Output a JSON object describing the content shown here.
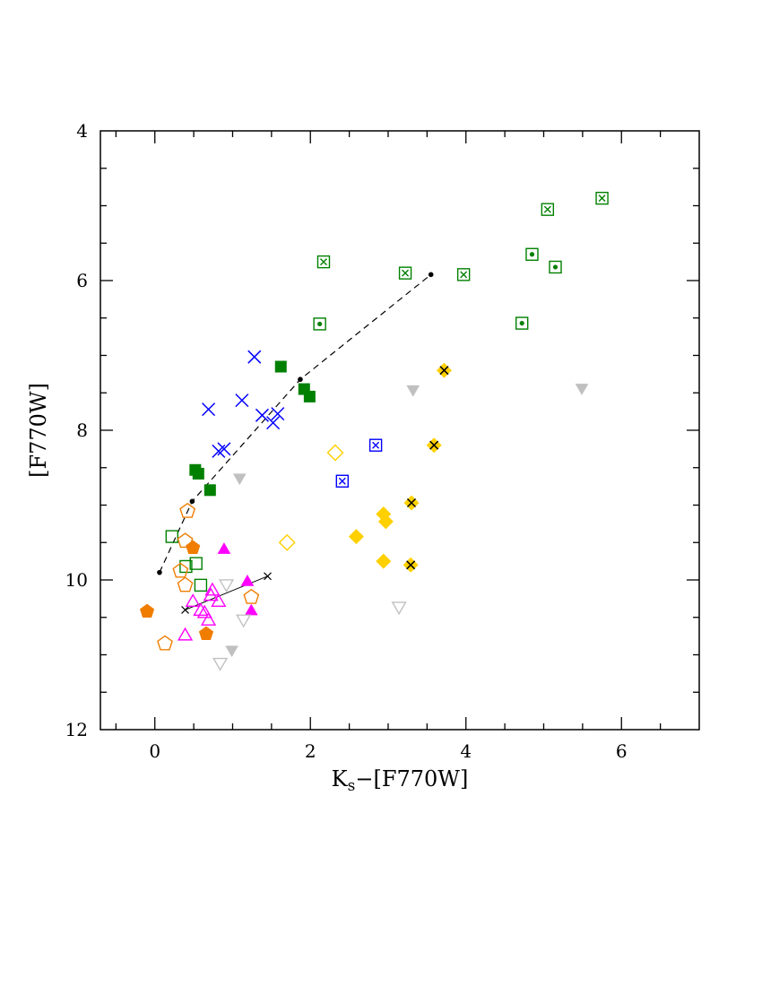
{
  "chart_data": {
    "type": "scatter",
    "title": "",
    "xlabel": "K",
    "xlabel_sub": "s",
    "xlabel_rest": "−[F770W]",
    "ylabel": "[F770W]",
    "xlim": [
      -0.7,
      7.0
    ],
    "ylim": [
      4,
      12
    ],
    "y_inverted": true,
    "x_ticks": [
      0,
      2,
      4,
      6
    ],
    "y_ticks": [
      4,
      6,
      8,
      10,
      12
    ],
    "grid": false,
    "colors": {
      "green": "#008000",
      "blue": "#0000ff",
      "orange": "#f07d00",
      "magenta": "#ff00ff",
      "gold": "#ffd000",
      "gray": "#c0c0c0",
      "black": "#000000"
    },
    "series": [
      {
        "marker": "square-x-open",
        "color": "green",
        "points": [
          [
            5.75,
            4.9
          ],
          [
            5.05,
            5.05
          ],
          [
            2.17,
            5.75
          ],
          [
            3.22,
            5.9
          ],
          [
            3.97,
            5.92
          ]
        ]
      },
      {
        "marker": "square-dot-open",
        "color": "green",
        "points": [
          [
            4.85,
            5.65
          ],
          [
            5.15,
            5.82
          ],
          [
            2.12,
            6.58
          ],
          [
            4.72,
            6.57
          ]
        ]
      },
      {
        "marker": "square-filled",
        "color": "green",
        "points": [
          [
            1.62,
            7.15
          ],
          [
            1.92,
            7.45
          ],
          [
            1.99,
            7.55
          ],
          [
            0.52,
            8.53
          ],
          [
            0.56,
            8.58
          ],
          [
            0.71,
            8.8
          ]
        ]
      },
      {
        "marker": "square-open",
        "color": "green",
        "points": [
          [
            0.22,
            9.42
          ],
          [
            0.4,
            9.82
          ],
          [
            0.53,
            9.78
          ],
          [
            0.59,
            10.07
          ]
        ]
      },
      {
        "marker": "cross",
        "color": "blue",
        "points": [
          [
            1.28,
            7.02
          ],
          [
            0.69,
            7.72
          ],
          [
            1.12,
            7.6
          ],
          [
            1.38,
            7.8
          ],
          [
            1.58,
            7.78
          ],
          [
            1.52,
            7.9
          ],
          [
            0.82,
            8.28
          ],
          [
            0.89,
            8.25
          ]
        ]
      },
      {
        "marker": "square-x-open",
        "color": "blue",
        "points": [
          [
            2.84,
            8.2
          ],
          [
            2.41,
            8.68
          ]
        ]
      },
      {
        "marker": "pentagon-open",
        "color": "orange",
        "points": [
          [
            0.42,
            9.08
          ],
          [
            0.39,
            9.48
          ],
          [
            0.33,
            9.88
          ],
          [
            0.39,
            10.07
          ],
          [
            1.24,
            10.23
          ],
          [
            0.13,
            10.85
          ]
        ]
      },
      {
        "marker": "pentagon-filled",
        "color": "orange",
        "points": [
          [
            0.49,
            9.57
          ],
          [
            -0.1,
            10.42
          ],
          [
            0.66,
            10.72
          ]
        ]
      },
      {
        "marker": "triangle-up-open",
        "color": "magenta",
        "points": [
          [
            0.74,
            10.15
          ],
          [
            0.49,
            10.3
          ],
          [
            0.72,
            10.22
          ],
          [
            0.82,
            10.3
          ],
          [
            0.59,
            10.42
          ],
          [
            0.64,
            10.45
          ],
          [
            0.69,
            10.55
          ],
          [
            0.39,
            10.75
          ]
        ]
      },
      {
        "marker": "triangle-up-filled",
        "color": "magenta",
        "points": [
          [
            0.89,
            9.6
          ],
          [
            1.19,
            10.03
          ],
          [
            1.24,
            10.42
          ]
        ]
      },
      {
        "marker": "diamond-x-filled",
        "color": "gold",
        "points": [
          [
            3.72,
            7.2
          ],
          [
            3.59,
            8.2
          ],
          [
            3.3,
            8.97
          ],
          [
            3.29,
            9.8
          ]
        ]
      },
      {
        "marker": "diamond-filled",
        "color": "gold",
        "points": [
          [
            2.94,
            9.12
          ],
          [
            2.97,
            9.22
          ],
          [
            2.59,
            9.42
          ],
          [
            2.94,
            9.75
          ]
        ]
      },
      {
        "marker": "diamond-open",
        "color": "gold",
        "points": [
          [
            2.32,
            8.3
          ],
          [
            1.7,
            9.5
          ]
        ]
      },
      {
        "marker": "triangle-down-filled",
        "color": "gray",
        "points": [
          [
            3.32,
            7.45
          ],
          [
            5.49,
            7.43
          ],
          [
            1.09,
            8.63
          ],
          [
            0.99,
            10.93
          ]
        ]
      },
      {
        "marker": "triangle-down-open",
        "color": "gray",
        "points": [
          [
            0.92,
            10.05
          ],
          [
            1.14,
            10.52
          ],
          [
            3.14,
            10.35
          ],
          [
            0.84,
            11.1
          ]
        ]
      }
    ],
    "dashed_track": [
      [
        0.06,
        9.9
      ],
      [
        0.48,
        8.95
      ],
      [
        1.87,
        7.32
      ],
      [
        3.55,
        5.92
      ]
    ],
    "solid_track": [
      [
        0.39,
        10.4
      ],
      [
        1.45,
        9.95
      ]
    ]
  }
}
